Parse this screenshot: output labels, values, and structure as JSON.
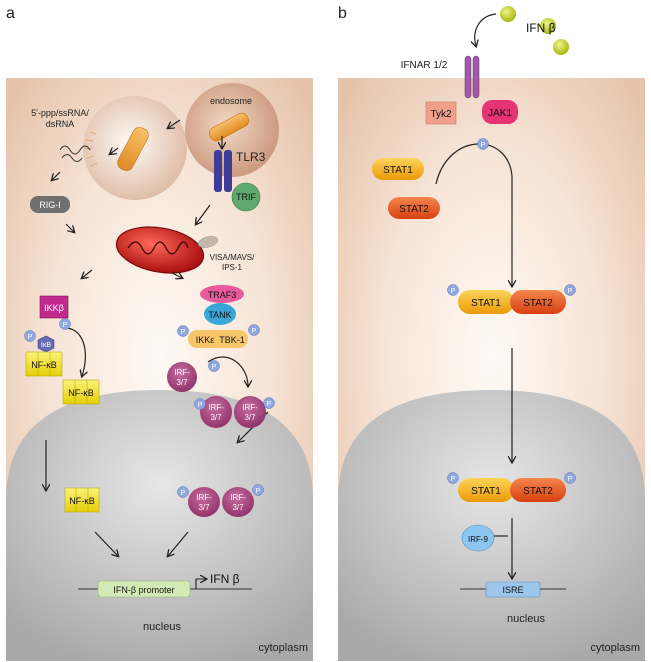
{
  "panel_a": {
    "letter": "a",
    "rna_label": [
      "5'-ppp/ssRNA/",
      "dsRNA"
    ],
    "endosome": "endosome",
    "tlr3": "TLR3",
    "trif": "TRIF",
    "rig_i": "RIG-I",
    "visa": [
      "VISA/MAVS/",
      "IPS-1"
    ],
    "ikkb": "IKKβ",
    "ikb": "IκB",
    "nfkb": "NF-κB",
    "traf3": "TRAF3",
    "tank": "TANK",
    "ikke": "IKKε",
    "tbk1": "TBK-1",
    "irf": [
      "IRF-",
      "3/7"
    ],
    "p": "P",
    "promoter": "IFN-β promoter",
    "ifn_product": "IFN β",
    "nucleus": "nucleus",
    "cytoplasm": "cytoplasm"
  },
  "panel_b": {
    "letter": "b",
    "ifn": "IFN β",
    "ifnar": "IFNAR 1/2",
    "tyk2": "Tyk2",
    "jak1": "JAK1",
    "stat1": "STAT1",
    "stat2": "STAT2",
    "irf9": "IRF-9",
    "isre": "ISRE",
    "p": "P",
    "nucleus": "nucleus",
    "cytoplasm": "cytoplasm"
  },
  "colors": {
    "cell_edge": "#e9c8b0",
    "cell_center": "#fff8f2",
    "nucleus": "#bdbdbd",
    "stat1": "#f6b410",
    "stat2": "#e8541e",
    "irf": "#a8457e",
    "nfkb": "#f2e21c",
    "p_bubble": "#8fa8df",
    "jak1": "#e63374",
    "tyk2": "#f0a08a",
    "trif": "#5fa86e",
    "tlr3": "#3e3c9a",
    "ifnar": "#a05aa6",
    "ifn_ball": "#c2d21c"
  }
}
